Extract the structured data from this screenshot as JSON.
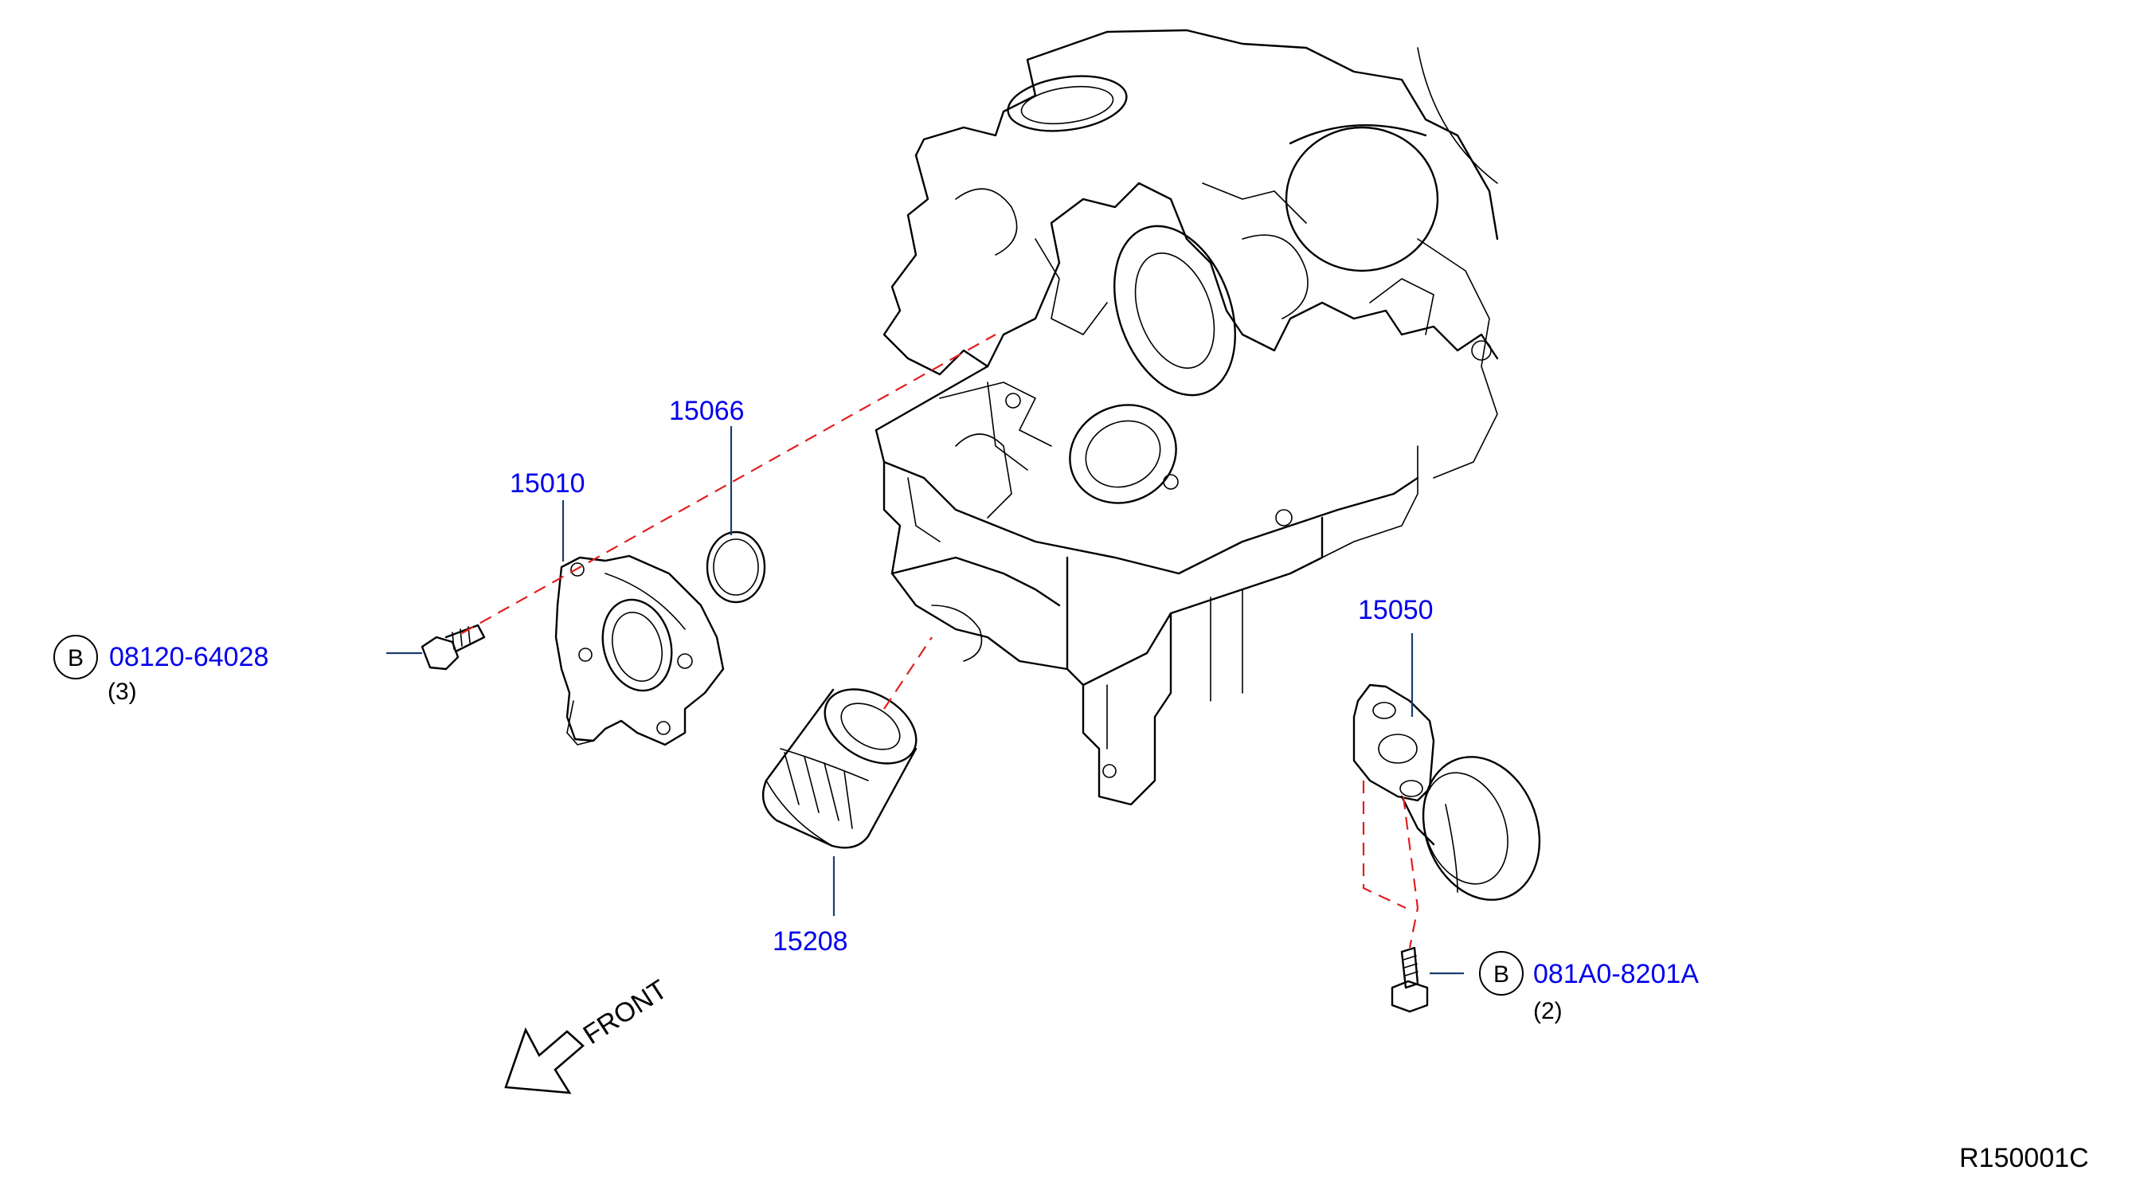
{
  "colors": {
    "part_number": "#0000ee",
    "dashed_line": "#e02020",
    "line_art": "#000000",
    "leader": "#1a3d6e"
  },
  "parts": {
    "oil_pump": {
      "number": "15010"
    },
    "o_ring": {
      "number": "15066"
    },
    "oil_filter": {
      "number": "15208"
    },
    "strainer": {
      "number": "15050"
    }
  },
  "bolts": {
    "pump_bolt": {
      "badge": "B",
      "number": "08120-64028",
      "qty": "(3)"
    },
    "strainer_bolt": {
      "badge": "B",
      "number": "081A0-8201A",
      "qty": "(2)"
    }
  },
  "direction": {
    "label": "FRONT"
  },
  "reference_code": "R150001C"
}
